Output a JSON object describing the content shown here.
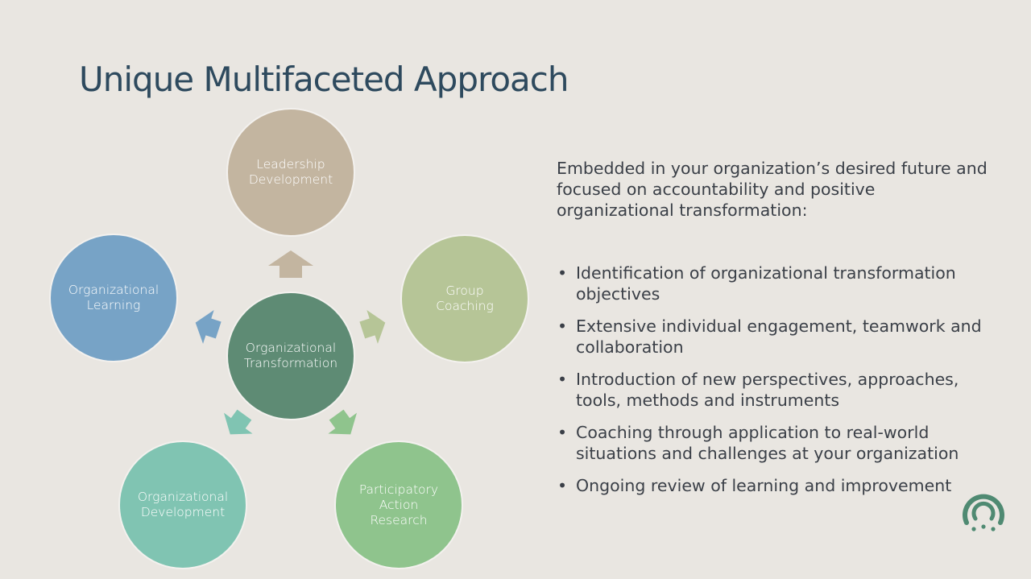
{
  "slide": {
    "title": "Unique Multifaceted Approach"
  },
  "diagram": {
    "center": {
      "label": "Organizational\nTransformation",
      "color": "#5e8b74"
    },
    "nodes": [
      {
        "label": "Leadership\nDevelopment",
        "color": "#c3b5a0"
      },
      {
        "label": "Group\nCoaching",
        "color": "#b6c597"
      },
      {
        "label": "Participatory\nAction\nResearch",
        "color": "#8fc48d"
      },
      {
        "label": "Organizational\nDevelopment",
        "color": "#80c4b2"
      },
      {
        "label": "Organizational\nLearning",
        "color": "#77a3c6"
      }
    ]
  },
  "text_panel": {
    "intro": "Embedded in your organization’s desired future and focused on accountability and positive organizational transformation:",
    "bullet_symbol": "•",
    "bullets": [
      "Identification of organizational transformation objectives",
      "Extensive individual engagement, teamwork and collaboration",
      "Introduction of new perspectives, approaches, tools, methods and instruments",
      "Coaching through application to real-world situations and challenges at your organization",
      "Ongoing review of learning and improvement"
    ]
  },
  "logo": {
    "icon": "signal-arc-logo-icon",
    "color": "#4f8a72"
  }
}
